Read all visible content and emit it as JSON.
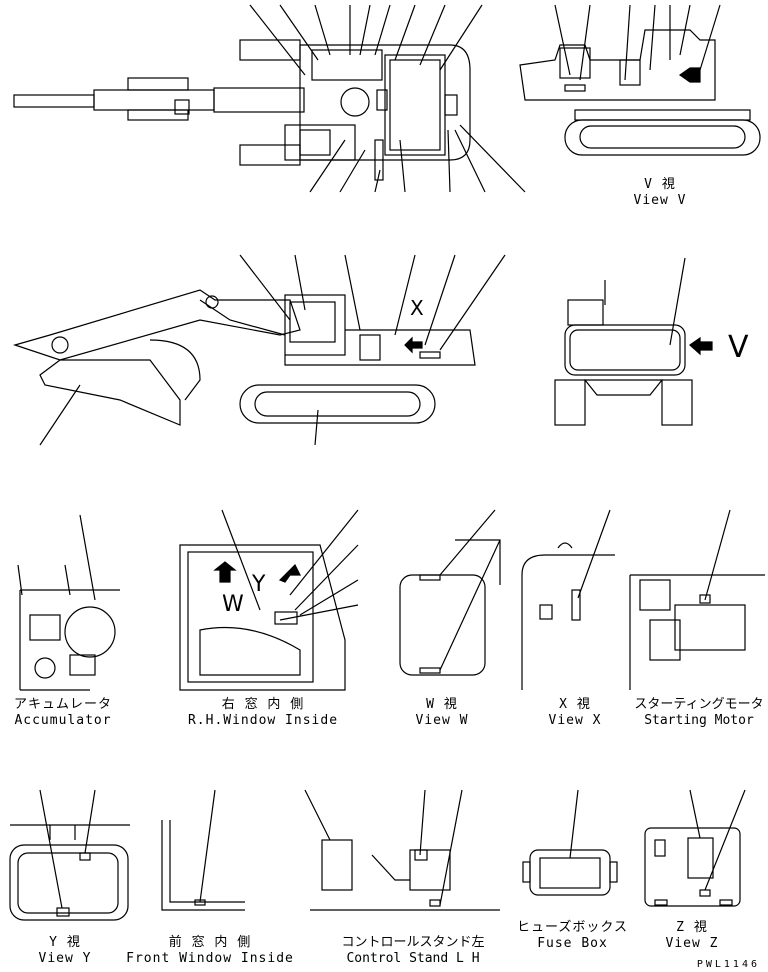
{
  "drawing": {
    "code": "PWL1146"
  },
  "views": {
    "view_v": {
      "jp": "V 視",
      "en": "View V"
    },
    "accumulator": {
      "jp": "アキュムレータ",
      "en": "Accumulator"
    },
    "rh_window": {
      "jp": "右 窓 内 側",
      "en": "R.H.Window Inside"
    },
    "view_w": {
      "jp": "W 視",
      "en": "View W"
    },
    "view_x": {
      "jp": "X 視",
      "en": "View X"
    },
    "starting_motor": {
      "jp": "スターティングモータ",
      "en": "Starting Motor"
    },
    "view_y": {
      "jp": "Y 視",
      "en": "View Y"
    },
    "front_window": {
      "jp": "前 窓 内 側",
      "en": "Front Window Inside"
    },
    "control_stand": {
      "jp": "コントロールスタンド左",
      "en": "Control Stand L H"
    },
    "fuse_box": {
      "jp": "ヒューズボックス",
      "en": "Fuse Box"
    },
    "view_z": {
      "jp": "Z 視",
      "en": "View Z"
    }
  },
  "markers": {
    "v": "V",
    "x": "X",
    "w": "W",
    "y": "Y"
  }
}
